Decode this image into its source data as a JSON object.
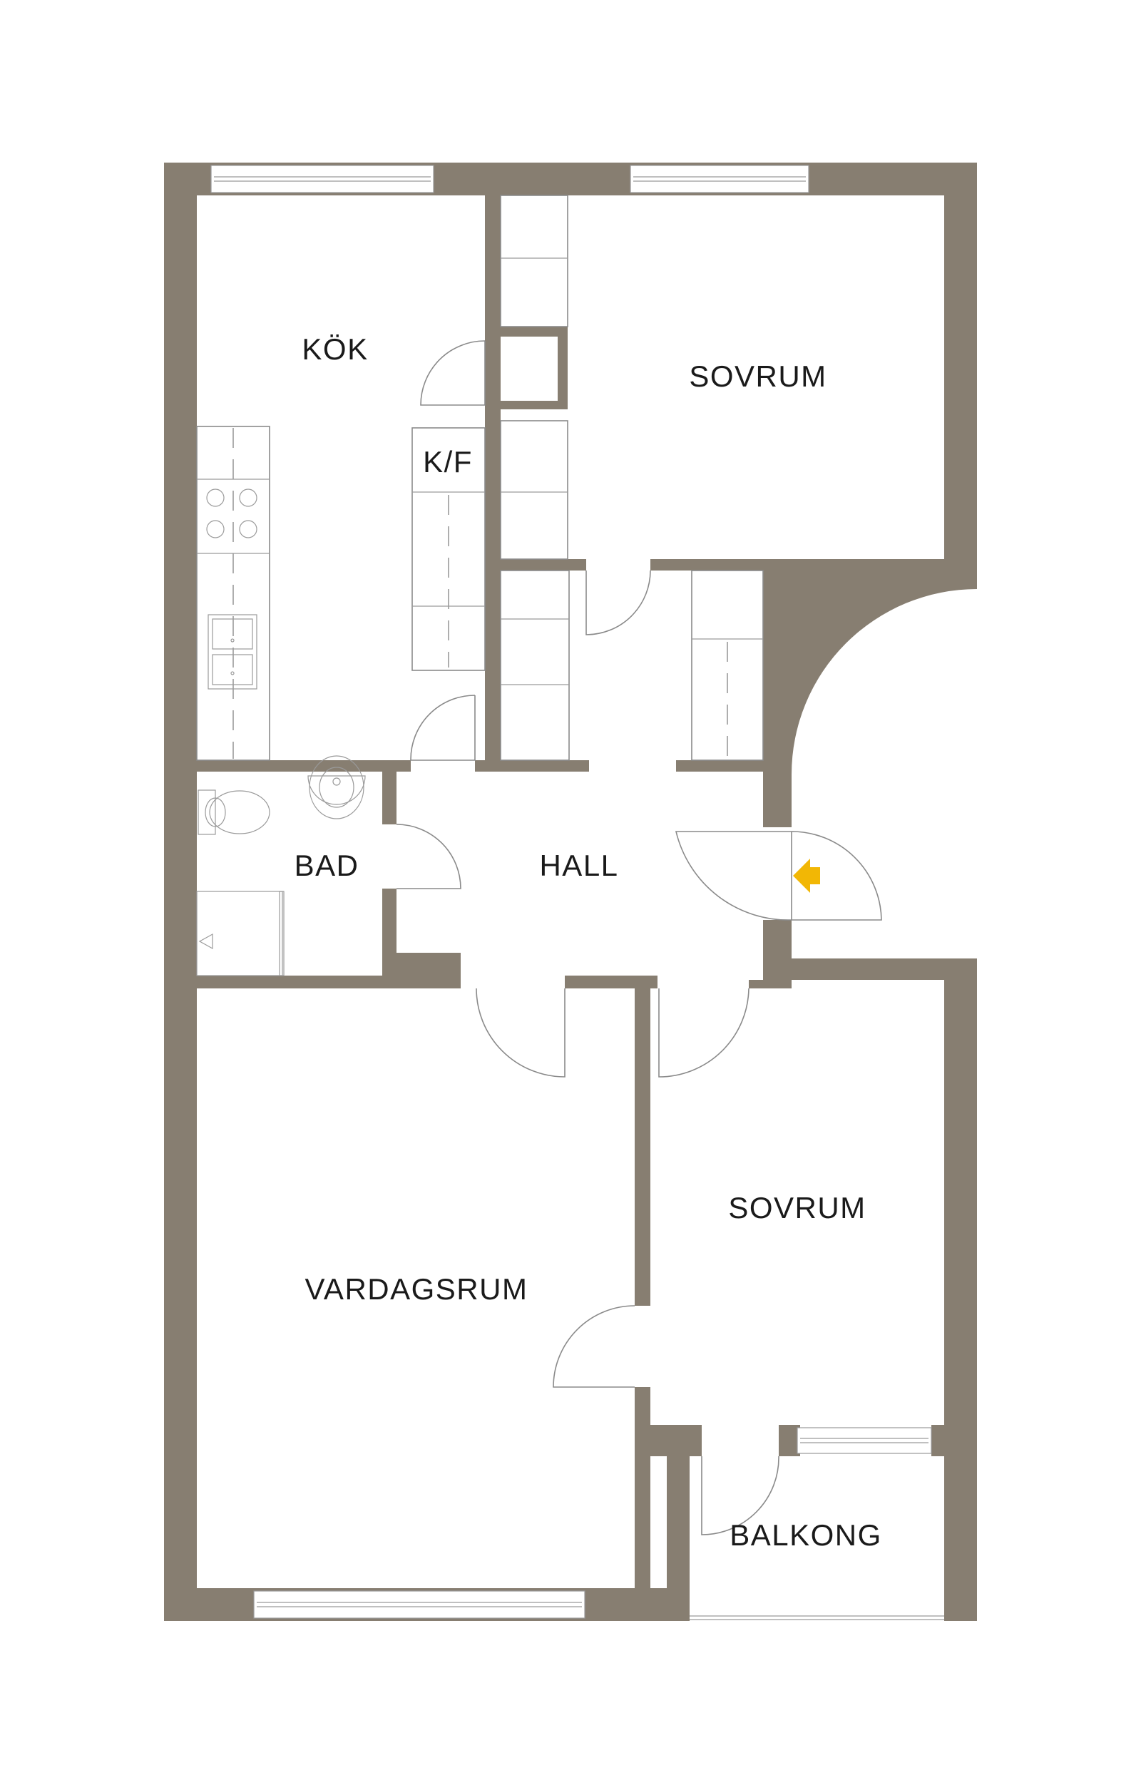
{
  "colors": {
    "wall": "#877e71",
    "entrance_marker": "#f2b705",
    "background": "#ffffff"
  },
  "rooms": {
    "kitchen": "KÖK",
    "freezer": "K/F",
    "bedroom_top": "SOVRUM",
    "bath": "BAD",
    "hall": "HALL",
    "bedroom_bottom": "SOVRUM",
    "living_room": "VARDAGSRUM",
    "balcony": "BALKONG"
  },
  "icons": {
    "entrance": "entrance-arrow-icon",
    "stove": "stove-icon",
    "sink": "sink-icon",
    "toilet": "toilet-icon",
    "washbasin": "washbasin-icon"
  }
}
